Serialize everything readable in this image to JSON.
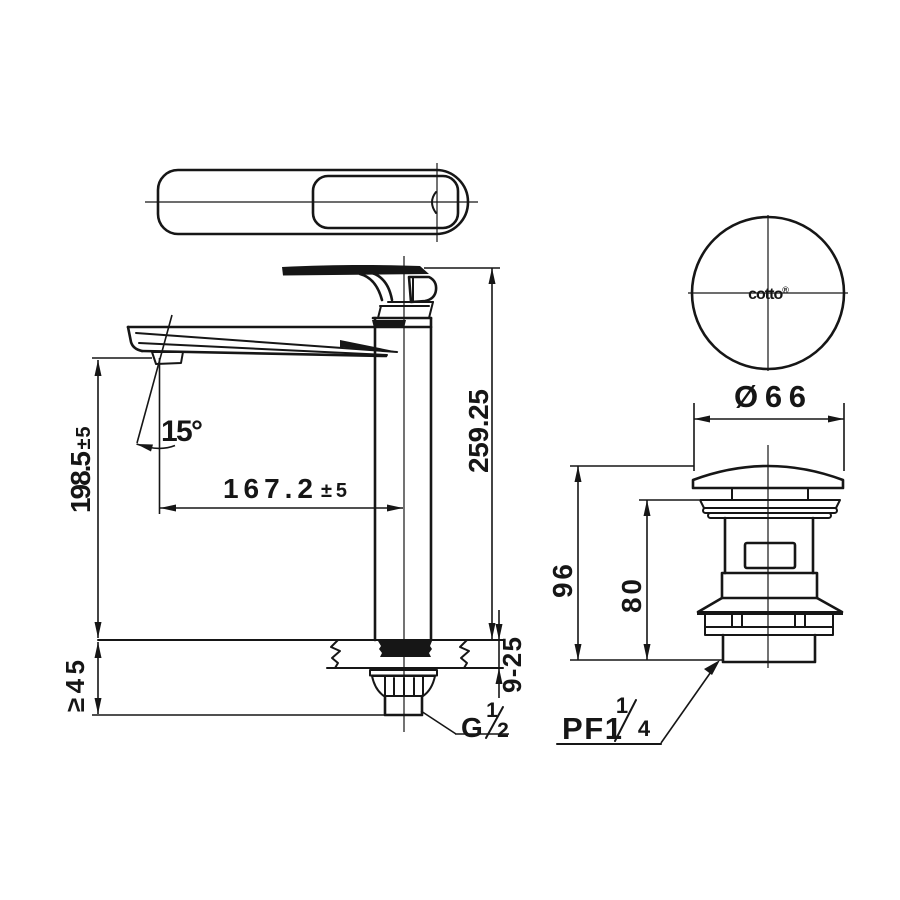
{
  "page": {
    "background": "#ffffff",
    "line_color": "#161616"
  },
  "faucet": {
    "angle": "15°",
    "reach": "167.2",
    "reach_tol": "±5",
    "outlet_height": "198.5",
    "outlet_height_tol": "±5",
    "overall_height": "259.25",
    "min_clearance": "≥45",
    "deck_thickness_range": "9-25",
    "inlet_thread_prefix": "G",
    "inlet_thread_num": "1",
    "inlet_thread_den": "2"
  },
  "drain": {
    "logo": "cotto",
    "logo_mark": "®",
    "cap_diameter": "Ø66",
    "overall_height": "96",
    "body_height": "80",
    "thread_prefix": "PF1",
    "thread_num": "1",
    "thread_den": "4"
  }
}
